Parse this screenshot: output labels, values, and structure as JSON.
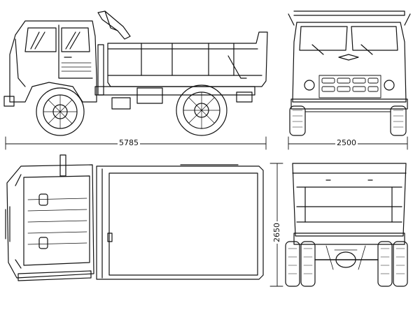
{
  "drawing": {
    "dimensions": {
      "length": "5785",
      "width": "2500",
      "height": "2650"
    },
    "line_color": "#111111",
    "background": "#ffffff"
  }
}
